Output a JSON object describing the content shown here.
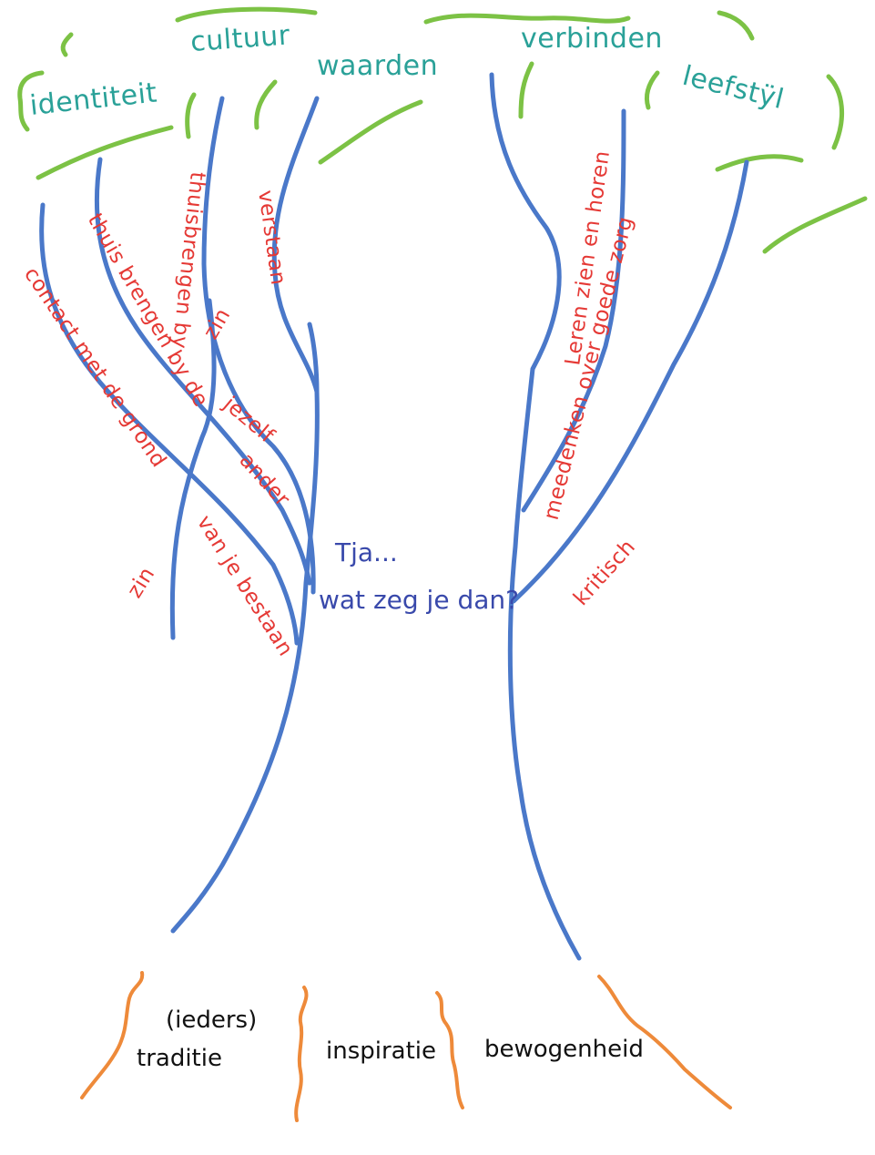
{
  "diagram": {
    "canopy_labels": {
      "identiteit": "identiteit",
      "cultuur": "cultuur",
      "waarden": "waarden",
      "verbinden": "verbinden",
      "leefstijl": "leefstÿl"
    },
    "branch_labels": {
      "thuisbrengen_by": "thuisbrengen by",
      "zin_top": "zin",
      "verstaan": "verstaan",
      "thuis_brengen_by_de": "thuis brengen by de",
      "ander": "ander",
      "jezelf": "jezelf",
      "contact_met_de_grond": "contact met de grond",
      "van_je_bestaan": "van je bestaan",
      "zin_bottom": "zin",
      "leren_zien_en_horen": "Leren zien en horen",
      "meedenken_over_goede_zorg": "meedenken over goede zorg",
      "kritisch": "kritisch"
    },
    "center_text": {
      "line1": "Tja...",
      "line2": "wat zeg je dan?"
    },
    "root_labels": {
      "ieders": "(ieders)",
      "traditie": "traditie",
      "inspiratie": "inspiratie",
      "bewogenheid": "bewogenheid"
    },
    "colors": {
      "trunk": "#4a78c9",
      "leaves": "#7cc245",
      "canopy_text": "#2aa198",
      "branch_text": "#e53935",
      "center_text": "#3949ab",
      "roots": "#ee8a3a",
      "root_text": "#111111"
    }
  }
}
